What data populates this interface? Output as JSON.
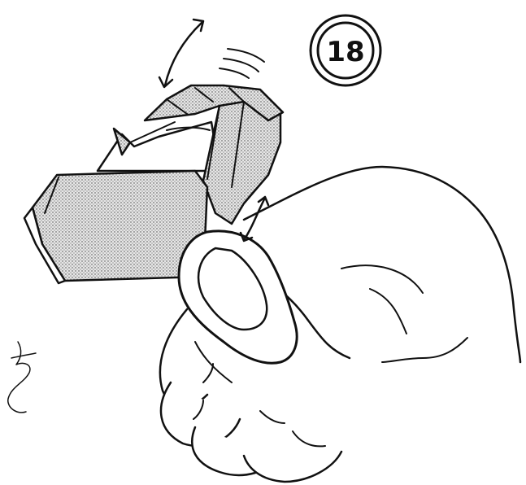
{
  "step": {
    "number": "18"
  },
  "signature": {
    "kind": "handwritten initial"
  },
  "colors": {
    "ink": "#111111",
    "paper_texture": "stippled gray",
    "background": "#ffffff"
  }
}
